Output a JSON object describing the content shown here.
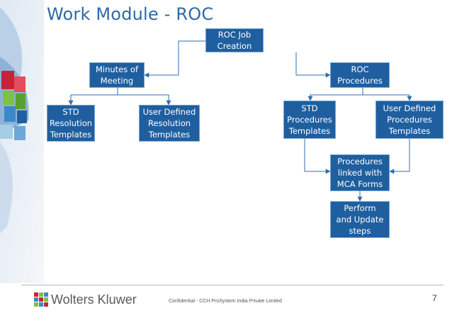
{
  "header": {
    "title": "Work Module - ROC"
  },
  "nodes": {
    "roc_job_creation": "ROC Job\nCreation",
    "minutes_of_meeting": "Minutes of\nMeeting",
    "roc_procedures": "ROC\nProcedures",
    "std_resolution_templates": "STD\nResolution\nTemplates",
    "user_defined_resolution_templates": "User Defined\nResolution\nTemplates",
    "std_procedures_templates": "STD\nProcedures\nTemplates",
    "user_defined_procedures_templates": "User Defined\nProcedures\nTemplates",
    "procedures_linked_mca_forms": "Procedures\nlinked with\nMCA Forms",
    "perform_update_steps": "Perform\nand Update\nsteps"
  },
  "footer": {
    "logo_text": "Wolters Kluwer",
    "confidential": "Confidential  -  CCH ProSystem India Private Limited",
    "page_number": "7"
  },
  "colors": {
    "box": "#1f5f9f",
    "title": "#2d6aa6",
    "connector": "#2e6fb0"
  }
}
